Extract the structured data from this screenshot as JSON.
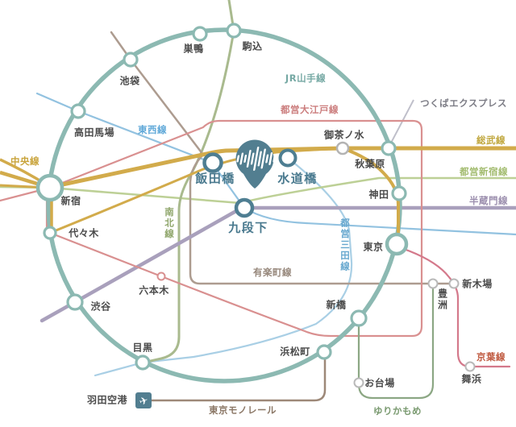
{
  "legend_lines": {
    "chuo": {
      "label": "中央線",
      "color": "#c9a43c"
    },
    "tozai": {
      "label": "東西線",
      "color": "#5fa8d8"
    },
    "yamanote": {
      "label": "JR山手線",
      "color": "#76a9a4"
    },
    "oedo": {
      "label": "都営大江戸線",
      "color": "#cb7d7d"
    },
    "tsukuba_express": {
      "label": "つくばエクスプレス",
      "color": "#7d7d86"
    },
    "sobu": {
      "label": "総武線",
      "color": "#c0a73e"
    },
    "toei_shinjuku": {
      "label": "都営新宿線",
      "color": "#a3bc70"
    },
    "hanzomon": {
      "label": "半蔵門線",
      "color": "#9c8fae"
    },
    "namboku": {
      "label": "南北線",
      "color": "#8fa66b"
    },
    "toei_mita": {
      "label": "都営三田線",
      "color": "#68a8cf"
    },
    "yurakucho": {
      "label": "有楽町線",
      "color": "#97887c"
    },
    "keiyo": {
      "label": "京葉線",
      "color": "#c05a40"
    },
    "tokyo_monorail": {
      "label": "東京モノレール",
      "color": "#8b7766"
    },
    "yurikamome": {
      "label": "ゆりかもめ",
      "color": "#7a9a70"
    }
  },
  "stations": {
    "sugamo": {
      "label": "巣鴨"
    },
    "komagome": {
      "label": "駒込"
    },
    "ikebukuro": {
      "label": "池袋"
    },
    "takadanobaba": {
      "label": "高田馬場"
    },
    "shinjuku": {
      "label": "新宿"
    },
    "yoyogi": {
      "label": "代々木"
    },
    "shibuya": {
      "label": "渋谷"
    },
    "meguro": {
      "label": "目黒"
    },
    "ochanomizu": {
      "label": "御茶ノ水"
    },
    "akihabara": {
      "label": "秋葉原"
    },
    "kanda": {
      "label": "神田"
    },
    "tokyo": {
      "label": "東京"
    },
    "shimbashi": {
      "label": "新橋"
    },
    "hamamatsucho": {
      "label": "浜松町"
    },
    "roppongi": {
      "label": "六本木"
    },
    "shinkiba": {
      "label": "新木場"
    },
    "toyosu": {
      "label": "豊洲"
    },
    "odaiba": {
      "label": "お台場"
    },
    "maihama": {
      "label": "舞浜"
    },
    "haneda": {
      "label": "羽田空港"
    }
  },
  "interchange_stations": {
    "iidabashi": {
      "label": "飯田橋"
    },
    "suidobashi": {
      "label": "水道橋"
    },
    "kudanshita": {
      "label": "九段下"
    }
  },
  "marker": {
    "name": "soundwave-location-pin",
    "color": "#527e90"
  },
  "icons": {
    "airplane": "✈"
  },
  "colors": {
    "yamanote_line": "#8cb9b2",
    "chuo_sobu_line": "#d2ab4b",
    "interchange_ring": "#4e7e92",
    "station_label": "#4a4a4a"
  }
}
